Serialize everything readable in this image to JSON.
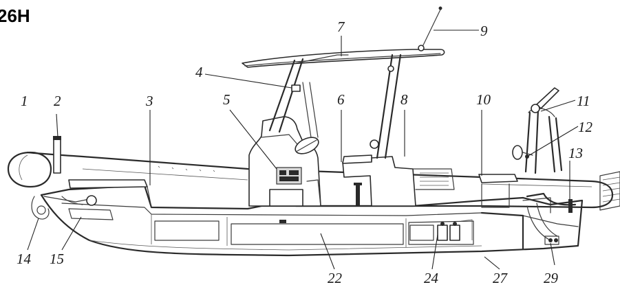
{
  "figure": {
    "model_label": "26H"
  },
  "callouts": [
    {
      "id": "1",
      "text": "1"
    },
    {
      "id": "2",
      "text": "2"
    },
    {
      "id": "3",
      "text": "3"
    },
    {
      "id": "4",
      "text": "4"
    },
    {
      "id": "5",
      "text": "5"
    },
    {
      "id": "6",
      "text": "6"
    },
    {
      "id": "7",
      "text": "7"
    },
    {
      "id": "8",
      "text": "8"
    },
    {
      "id": "9",
      "text": "9"
    },
    {
      "id": "10",
      "text": "10"
    },
    {
      "id": "11",
      "text": "11"
    },
    {
      "id": "12",
      "text": "12"
    },
    {
      "id": "13",
      "text": "13"
    },
    {
      "id": "14",
      "text": "14"
    },
    {
      "id": "15",
      "text": "15"
    },
    {
      "id": "22",
      "text": "22"
    },
    {
      "id": "24",
      "text": "24"
    },
    {
      "id": "27",
      "text": "27"
    },
    {
      "id": "29",
      "text": "29"
    }
  ]
}
